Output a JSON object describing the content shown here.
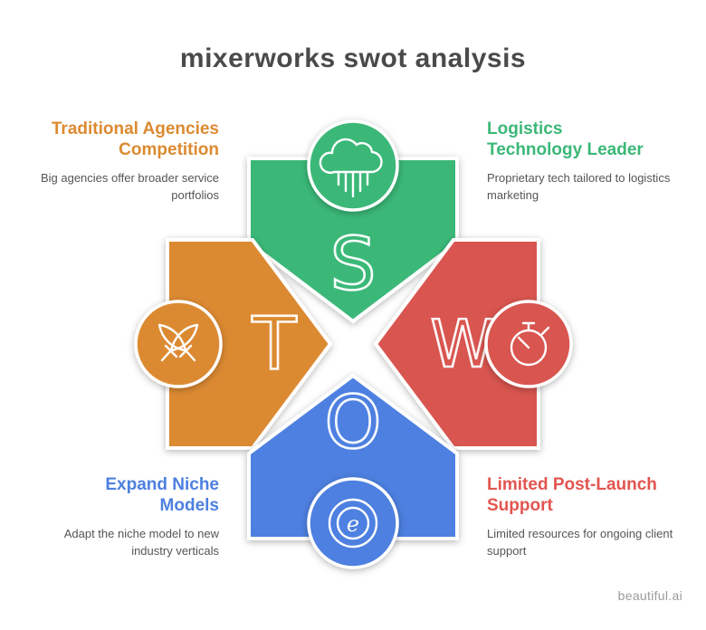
{
  "title": "mixerworks swot analysis",
  "watermark": "beautiful.ai",
  "colors": {
    "strengths": "#3bb878",
    "weaknesses": "#d95450",
    "opportunities": "#4d80e0",
    "threats": "#dc8a30",
    "title_text": "#4a4a4a",
    "description_text": "#555555",
    "watermark_text": "#9b9b9b"
  },
  "quadrants": {
    "strengths": {
      "letter": "S",
      "icon": "cloud-data-icon",
      "heading": "Logistics\nTechnology Leader",
      "description": "Proprietary tech tailored to logistics marketing"
    },
    "weaknesses": {
      "letter": "W",
      "icon": "stopwatch-icon",
      "heading": "Limited Post-Launch\nSupport",
      "description": "Limited resources for ongoing client support"
    },
    "opportunities": {
      "letter": "O",
      "icon": "e-circle-icon",
      "heading": "Expand Niche\nModels",
      "description": "Adapt the niche model to new industry verticals"
    },
    "threats": {
      "letter": "T",
      "icon": "crossed-swords-icon",
      "heading": "Traditional Agencies\nCompetition",
      "description": "Big agencies offer broader service portfolios"
    }
  }
}
